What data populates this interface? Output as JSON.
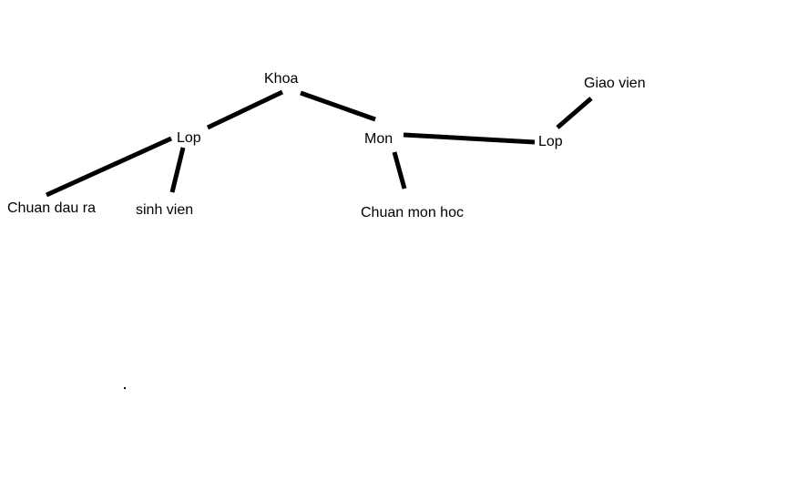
{
  "diagram": {
    "nodes": [
      {
        "id": "khoa",
        "label": "Khoa"
      },
      {
        "id": "lop1",
        "label": "Lop"
      },
      {
        "id": "mon",
        "label": "Mon"
      },
      {
        "id": "lop2",
        "label": "Lop"
      },
      {
        "id": "giao-vien",
        "label": "Giao vien"
      },
      {
        "id": "chuan-dau-ra",
        "label": "Chuan dau ra"
      },
      {
        "id": "sinh-vien",
        "label": "sinh vien"
      },
      {
        "id": "chuan-mon-hoc",
        "label": "Chuan mon hoc"
      }
    ],
    "edges": [
      {
        "from": "khoa",
        "to": "lop1"
      },
      {
        "from": "khoa",
        "to": "mon"
      },
      {
        "from": "lop1",
        "to": "chuan-dau-ra"
      },
      {
        "from": "lop1",
        "to": "sinh-vien"
      },
      {
        "from": "mon",
        "to": "chuan-mon-hoc"
      },
      {
        "from": "mon",
        "to": "lop2"
      },
      {
        "from": "lop2",
        "to": "giao-vien"
      }
    ],
    "line_color": "#000000",
    "background_color": "#ffffff"
  }
}
